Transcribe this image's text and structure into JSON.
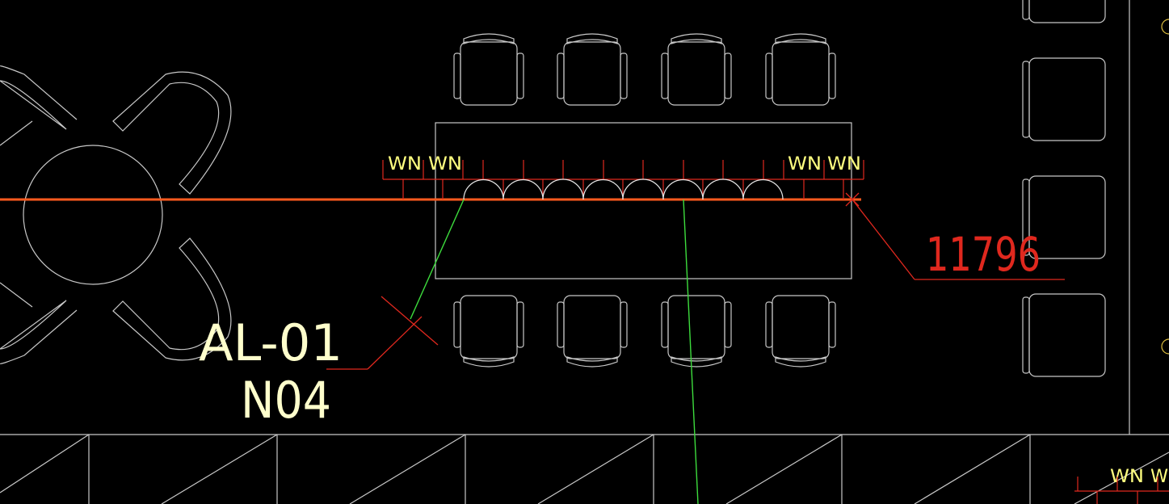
{
  "drawing": {
    "background": "#000000",
    "colors": {
      "geometry": "#c8c8c8",
      "circuit": "#ff5a1e",
      "leader": "#e0281e",
      "annotation_red": "#e0281e",
      "label_yellow": "#ffff80",
      "tag_white": "#ffffcc",
      "wire_green": "#3ddc3d"
    },
    "labels": {
      "panel_id": "AL-01",
      "circuit_no": "N04",
      "length_value": "11796",
      "wn": "WN",
      "wn_partial": "W"
    }
  }
}
